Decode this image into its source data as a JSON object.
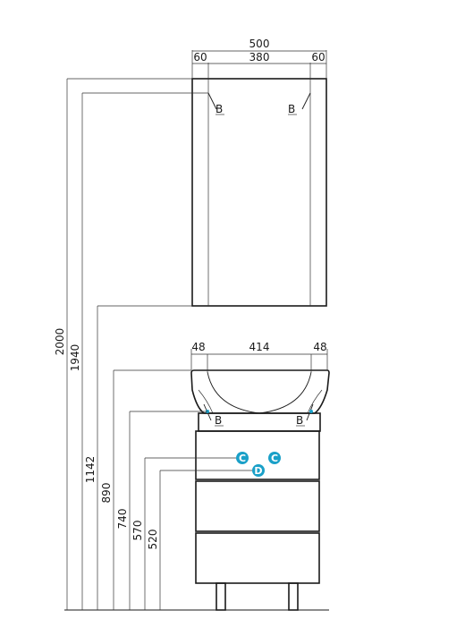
{
  "top_dims": {
    "overall": "500",
    "left": "60",
    "middle": "380",
    "right": "60"
  },
  "vanity_dims": {
    "left": "48",
    "middle": "414",
    "right": "48"
  },
  "vertical_dims": [
    "2000",
    "1940",
    "1142",
    "890",
    "740",
    "570",
    "520"
  ],
  "hinge_label": "B",
  "markers": [
    {
      "label": "C",
      "color": "#1aa0c8"
    },
    {
      "label": "C",
      "color": "#1aa0c8"
    },
    {
      "label": "D",
      "color": "#1aa0c8"
    }
  ]
}
